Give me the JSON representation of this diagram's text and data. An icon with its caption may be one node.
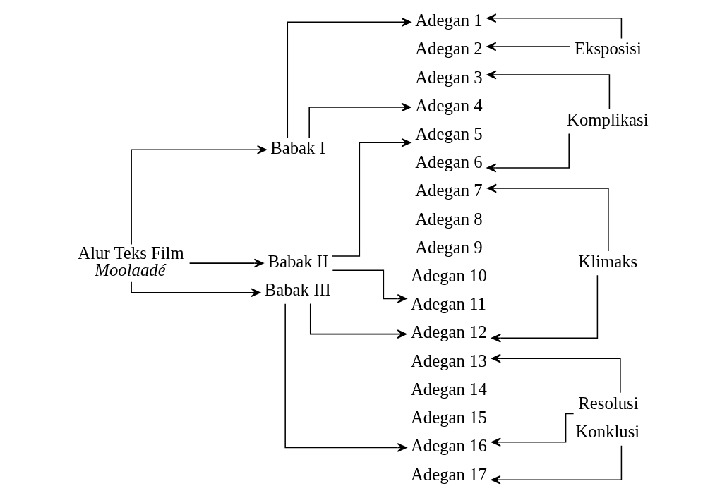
{
  "diagram": {
    "nodes": [
      {
        "text": [
          "Alur Teks Film",
          "Moolaadé"
        ]
      },
      {
        "text": [
          "Babak I"
        ]
      },
      {
        "text": [
          "Babak II"
        ]
      },
      {
        "text": [
          "Babak III"
        ]
      },
      {
        "text": [
          "Adegan 1"
        ]
      },
      {
        "text": [
          "Adegan 2"
        ]
      },
      {
        "text": [
          "Adegan 3"
        ]
      },
      {
        "text": [
          "Adegan 4"
        ]
      },
      {
        "text": [
          "Adegan 5"
        ]
      },
      {
        "text": [
          "Adegan 6"
        ]
      },
      {
        "text": [
          "Adegan 7"
        ]
      },
      {
        "text": [
          "Adegan 8"
        ]
      },
      {
        "text": [
          "Adegan 9"
        ]
      },
      {
        "text": [
          "Adegan 10"
        ]
      },
      {
        "text": [
          "Adegan 11"
        ]
      },
      {
        "text": [
          "Adegan 12"
        ]
      },
      {
        "text": [
          "Adegan 13"
        ]
      },
      {
        "text": [
          "Adegan 14"
        ]
      },
      {
        "text": [
          "Adegan 15"
        ]
      },
      {
        "text": [
          "Adegan 16"
        ]
      },
      {
        "text": [
          "Adegan 17"
        ]
      },
      {
        "text": [
          "Eksposisi"
        ]
      },
      {
        "text": [
          "Komplikasi"
        ]
      },
      {
        "text": [
          "Klimaks"
        ]
      },
      {
        "text": [
          "Resolusi"
        ]
      },
      {
        "text": [
          "Konklusi"
        ]
      }
    ],
    "edges": [
      {
        "from": 0,
        "to": 1,
        "arrow": "to"
      },
      {
        "from": 0,
        "to": 2,
        "arrow": "to"
      },
      {
        "from": 0,
        "to": 3,
        "arrow": "to"
      },
      {
        "from": 1,
        "to": 4,
        "arrow": "to"
      },
      {
        "from": 1,
        "to": 7,
        "arrow": "to"
      },
      {
        "from": 2,
        "to": 8,
        "arrow": "to"
      },
      {
        "from": 2,
        "to": 14,
        "arrow": "to"
      },
      {
        "from": 3,
        "to": 15,
        "arrow": "to"
      },
      {
        "from": 3,
        "to": 19,
        "arrow": "to"
      },
      {
        "from": 21,
        "to": 4,
        "arrow": "to"
      },
      {
        "from": 21,
        "to": 5,
        "arrow": "to"
      },
      {
        "from": 22,
        "to": 6,
        "arrow": "to"
      },
      {
        "from": 22,
        "to": 9,
        "arrow": "to"
      },
      {
        "from": 23,
        "to": 10,
        "arrow": "to"
      },
      {
        "from": 23,
        "to": 15,
        "arrow": "to"
      },
      {
        "from": 24,
        "to": 16,
        "arrow": "to"
      },
      {
        "from": 24,
        "to": 19,
        "arrow": "to"
      },
      {
        "from": 25,
        "to": 20,
        "arrow": "to"
      }
    ]
  }
}
